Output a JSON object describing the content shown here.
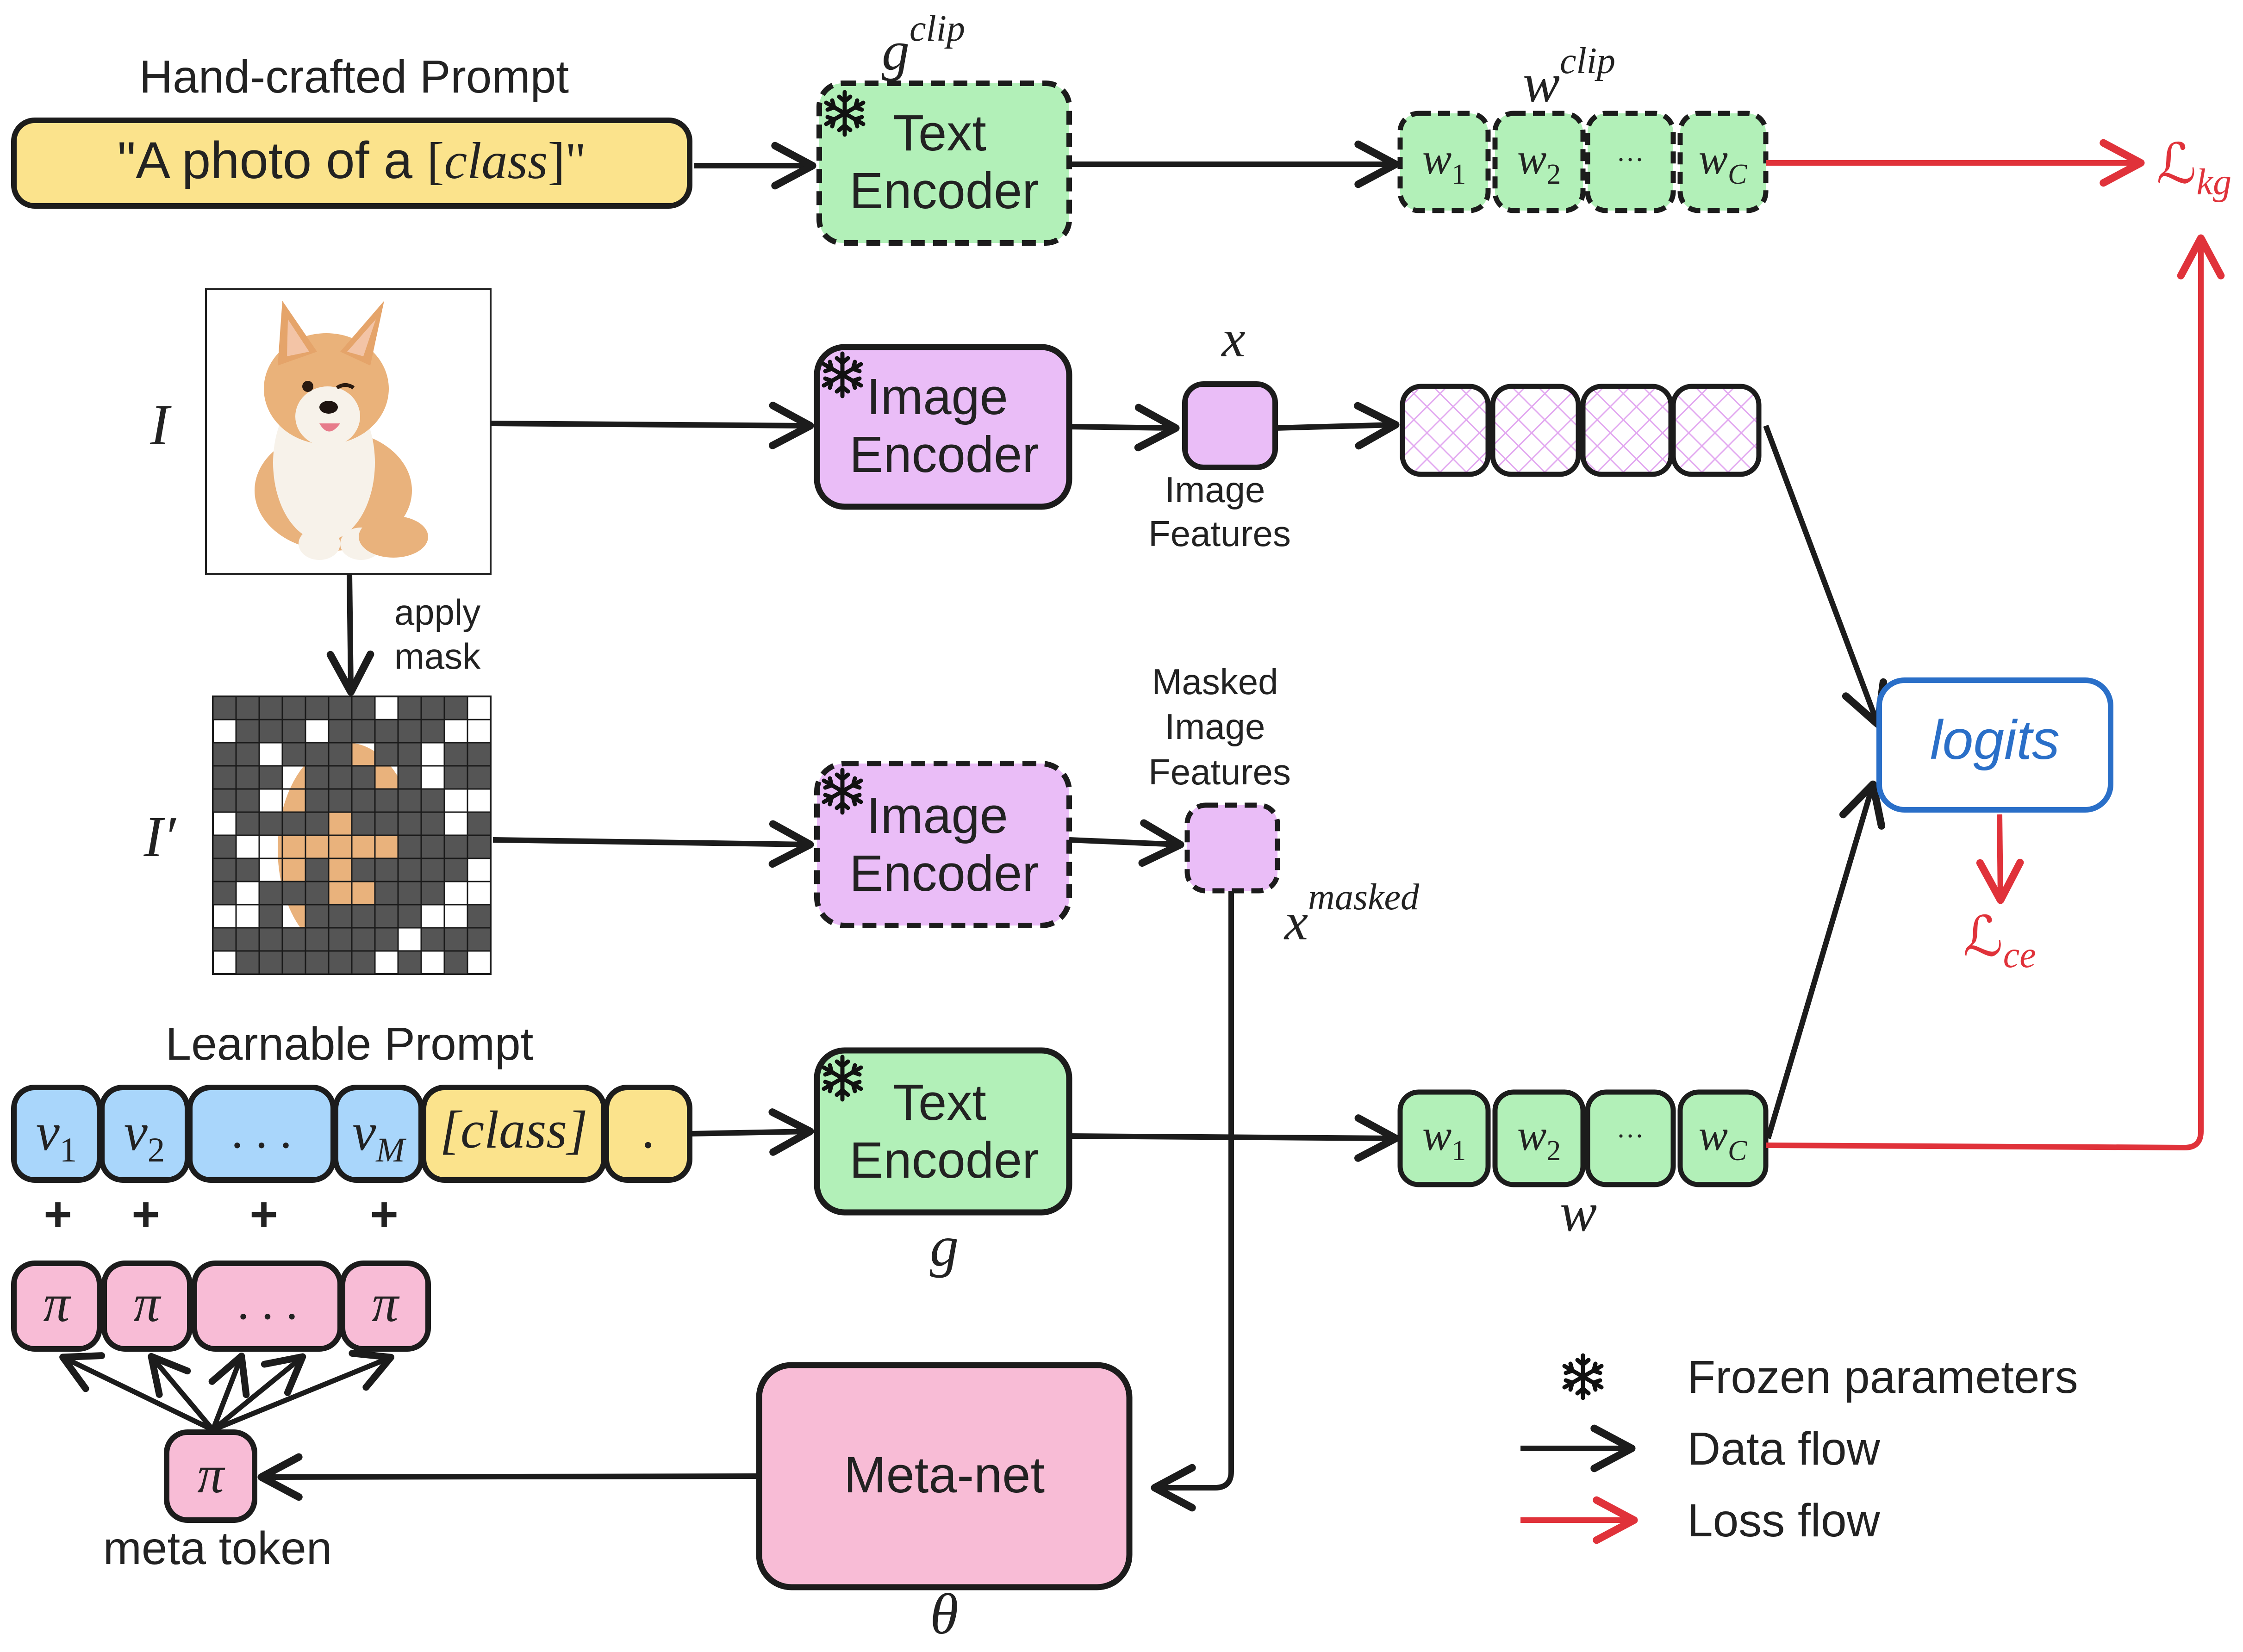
{
  "colors": {
    "yellow": "#fbe38c",
    "green": "#b2f0b8",
    "purple": "#eabdf7",
    "blue": "#a9d6fb",
    "pink": "#f8bcd6",
    "loss_red": "#e0323a",
    "logits_blue": "#2a6fc8",
    "stroke": "#1c1c1c",
    "grid_dark": "#555555"
  },
  "top": {
    "prompt_title": "Hand-crafted Prompt",
    "prompt_text_a": "\"A photo of a ",
    "prompt_text_b": "[",
    "prompt_text_c": "class",
    "prompt_text_d": "]\"",
    "text_encoder_line1": "Text",
    "text_encoder_line2": "Encoder",
    "g_clip_base": "g",
    "g_clip_sup": "clip",
    "w_clip_base": "w",
    "w_clip_sup": "clip",
    "w_tokens": [
      "w",
      "w",
      "···",
      "w"
    ],
    "w_subs": [
      "1",
      "2",
      "",
      "C"
    ],
    "loss_kg_base": "ℒ",
    "loss_kg_sub": "kg"
  },
  "image_branch": {
    "image_label": "I",
    "image_encoder_line1": "Image",
    "image_encoder_line2": "Encoder",
    "x_label": "x",
    "features_line1": "Image",
    "features_line2": "Features",
    "apply_mask_line1": "apply",
    "apply_mask_line2": "mask",
    "photo_alt": "corgi-photo"
  },
  "masked_branch": {
    "masked_image_label": "I′",
    "image_encoder_line1": "Image",
    "image_encoder_line2": "Encoder",
    "features_line1": "Masked",
    "features_line2": "Image",
    "features_line3": "Features",
    "x_masked_base": "x",
    "x_masked_sup": "masked"
  },
  "learnable": {
    "title": "Learnable Prompt",
    "v_tokens": [
      "v",
      "v",
      ". . .",
      "v"
    ],
    "v_subs": [
      "1",
      "2",
      "",
      "M"
    ],
    "class_token": "[class]",
    "dot_token": ".",
    "plus": "+",
    "pi_tokens": [
      "π",
      "π",
      ". . .",
      "π"
    ],
    "meta_token_symbol": "π",
    "meta_token_label": "meta token",
    "text_encoder_line1": "Text",
    "text_encoder_line2": "Encoder",
    "g_label": "g",
    "w_tokens": [
      "w",
      "w",
      "···",
      "w"
    ],
    "w_subs": [
      "1",
      "2",
      "",
      "C"
    ],
    "w_label": "w"
  },
  "meta_net": {
    "label": "Meta-net",
    "theta": "θ"
  },
  "logits": {
    "label": "logits",
    "loss_ce_base": "ℒ",
    "loss_ce_sub": "ce"
  },
  "legend": {
    "frozen": "Frozen parameters",
    "data_flow": "Data flow",
    "loss_flow": "Loss flow"
  }
}
